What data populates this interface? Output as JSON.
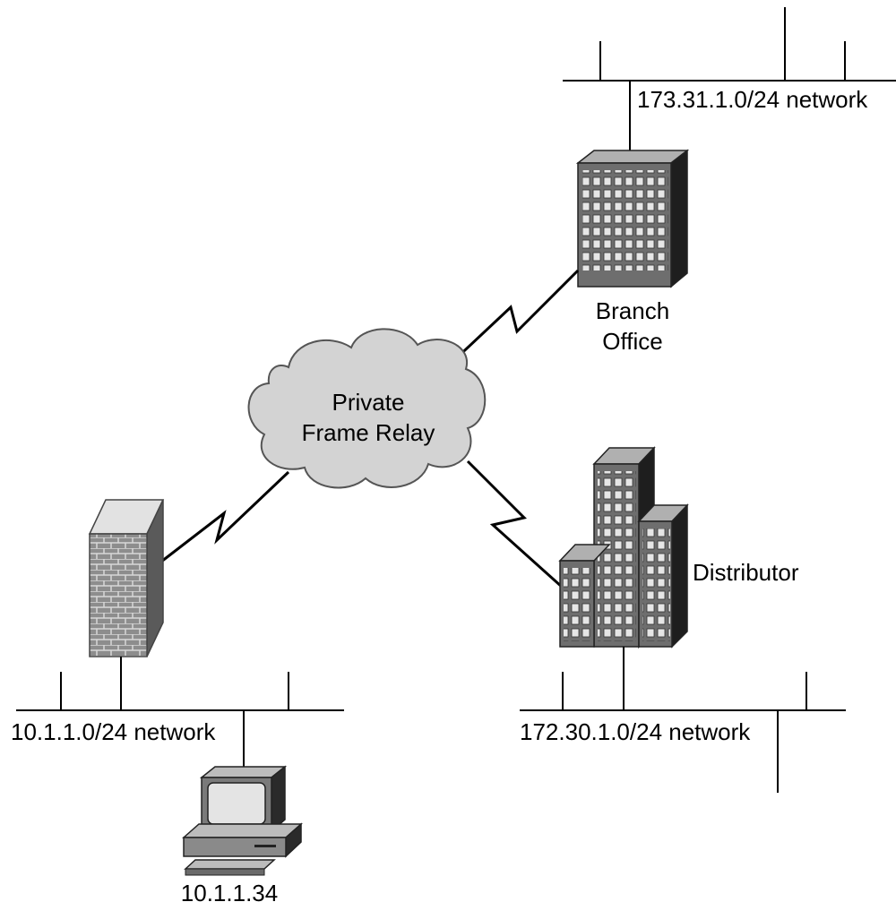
{
  "cloud": {
    "line1": "Private",
    "line2": "Frame Relay"
  },
  "branch": {
    "line1": "Branch",
    "line2": "Office",
    "network": "173.31.1.0/24 network"
  },
  "distributor": {
    "label": "Distributor",
    "network": "172.30.1.0/24 network"
  },
  "hq": {
    "network": "10.1.1.0/24 network",
    "host_ip": "10.1.1.34"
  },
  "icons": [
    "cloud-icon",
    "office-building-icon",
    "distributor-buildings-icon",
    "firewall-icon",
    "workstation-icon",
    "serial-link-icon"
  ]
}
